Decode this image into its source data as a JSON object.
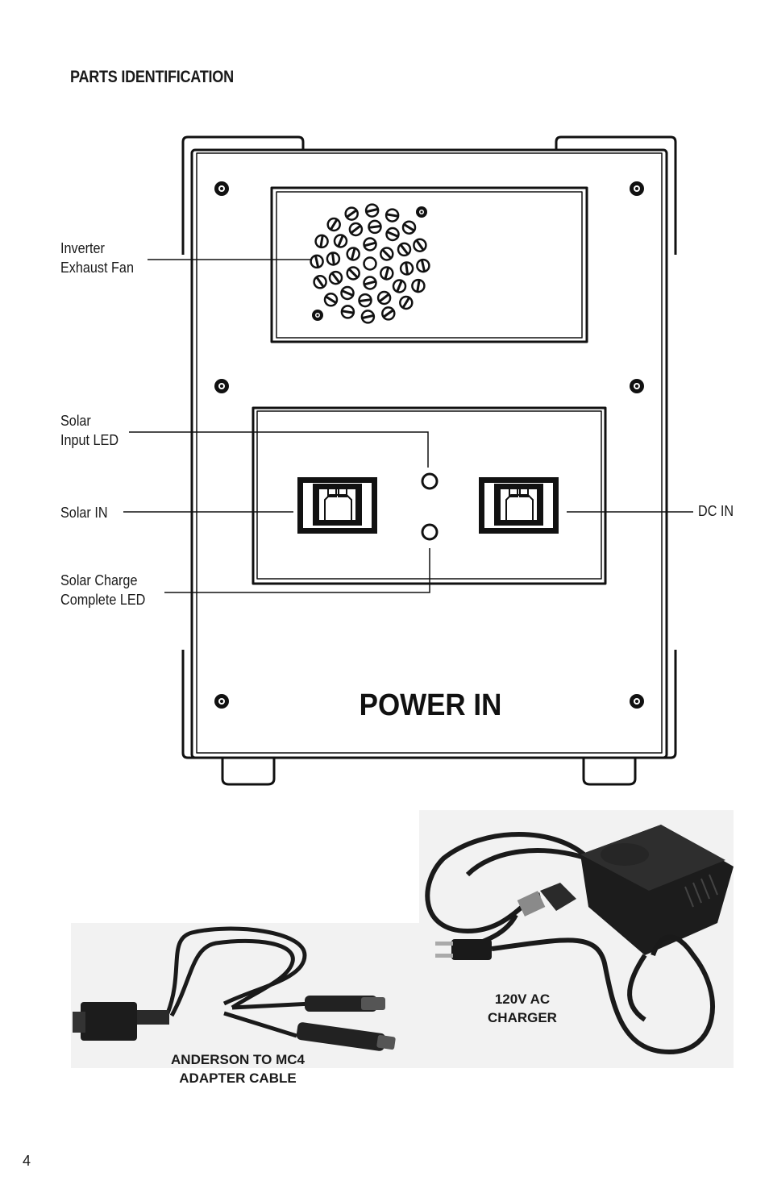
{
  "section": {
    "heading": "PARTS IDENTIFICATION"
  },
  "unit": {
    "panel_label": "POWER IN",
    "callouts": {
      "fan_line1": "Inverter",
      "fan_line2": "Exhaust Fan",
      "solar_led_line1": "Solar",
      "solar_led_line2": "Input LED",
      "solar_in": "Solar IN",
      "charge_led_line1": "Solar Charge",
      "charge_led_line2": "Complete LED",
      "dc_in": "DC IN"
    }
  },
  "accessories": {
    "cable_line1": "ANDERSON TO MC4",
    "cable_line2": "ADAPTER CABLE",
    "charger_line1": "120V AC",
    "charger_line2": "CHARGER"
  },
  "page": {
    "number": "4"
  }
}
